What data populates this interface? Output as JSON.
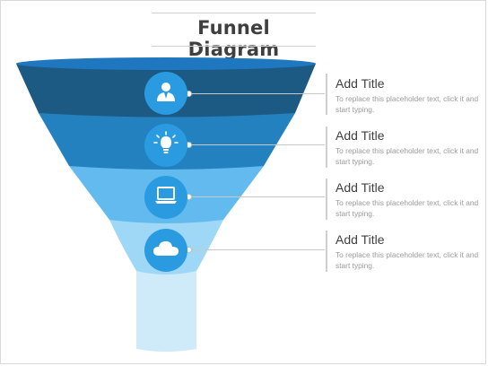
{
  "title": "Funnel Diagram",
  "stages": [
    {
      "title": "Add Title",
      "description": "To replace this placeholder text, click it and start typing.",
      "icon": "person-icon",
      "color": "#1c5a84"
    },
    {
      "title": "Add Title",
      "description": "To replace this placeholder text, click it and start typing.",
      "icon": "lightbulb-icon",
      "color": "#2481bf"
    },
    {
      "title": "Add Title",
      "description": "To replace this placeholder text, click it and start typing.",
      "icon": "laptop-icon",
      "color": "#62baee"
    },
    {
      "title": "Add Title",
      "description": "To replace this placeholder text, click it and start typing.",
      "icon": "cloud-icon",
      "color": "#9fd8f7"
    }
  ],
  "colors": {
    "rim": "#1f78bf",
    "band1": "#1c5a84",
    "band2": "#2481bf",
    "band3": "#62baee",
    "band4": "#9fd8f7",
    "spout": "#cfeaf9",
    "icon_circle": "#2a9be0"
  }
}
